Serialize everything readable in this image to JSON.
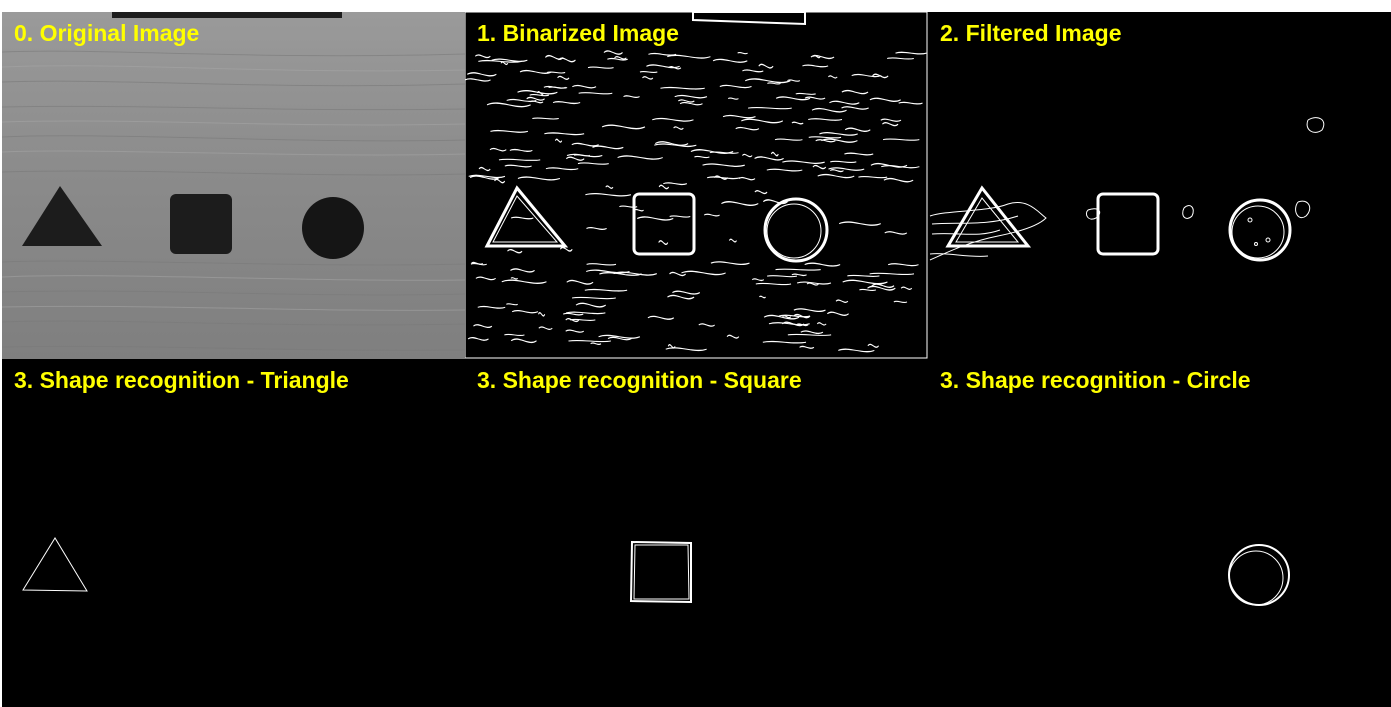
{
  "panels": [
    {
      "label": "0. Original Image"
    },
    {
      "label": "1. Binarized Image"
    },
    {
      "label": "2. Filtered Image"
    },
    {
      "label": "3. Shape recognition - Triangle"
    },
    {
      "label": "3. Shape recognition - Square"
    },
    {
      "label": "3. Shape recognition - Circle"
    }
  ],
  "colors": {
    "label": "#ffff00",
    "background": "#000000",
    "edges": "#ffffff",
    "wood": "#8c8c8c",
    "object": "#1a1a1a"
  }
}
